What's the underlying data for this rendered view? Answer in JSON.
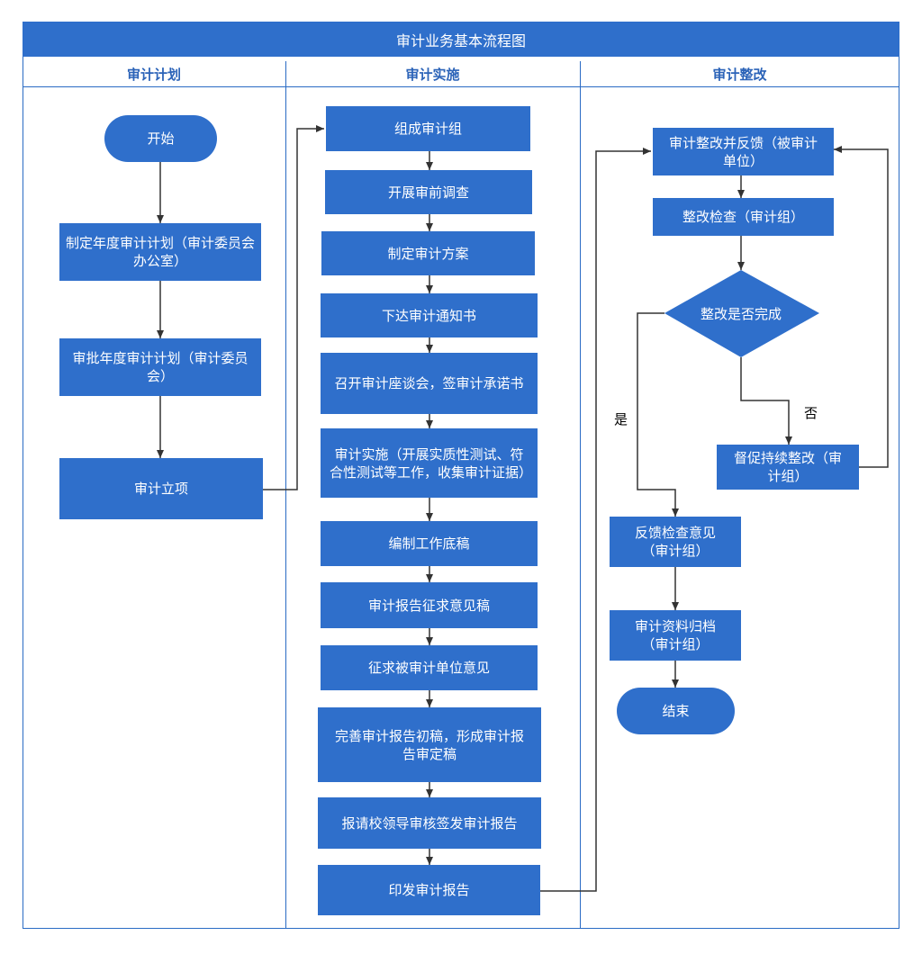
{
  "title": "审计业务基本流程图",
  "lanes": {
    "plan": "审计计划",
    "implement": "审计实施",
    "rectify": "审计整改"
  },
  "plan": {
    "start": "开始",
    "annual_plan": "制定年度审计计划（审计委员会办公室）",
    "approve_plan": "审批年度审计计划（审计委员会）",
    "project": "审计立项"
  },
  "implement": {
    "form_group": "组成审计组",
    "pre_survey": "开展审前调查",
    "make_scheme": "制定审计方案",
    "notice": "下达审计通知书",
    "meeting": "召开审计座谈会，签审计承诺书",
    "execute": "审计实施（开展实质性测试、符合性测试等工作，收集审计证据）",
    "draft": "编制工作底稿",
    "report_draft": "审计报告征求意见稿",
    "opinion": "征求被审计单位意见",
    "final": "完善审计报告初稿，形成审计报告审定稿",
    "submit": "报请校领导审核签发审计报告",
    "issue": "印发审计报告"
  },
  "rectify": {
    "feedback": "审计整改并反馈（被审计单位）",
    "check": "整改检查（审计组）",
    "decision": "整改是否完成",
    "yes": "是",
    "no": "否",
    "urge": "督促持续整改（审计组）",
    "check_opinion": "反馈检查意见（审计组）",
    "archive": "审计资料归档（审计组）",
    "end": "结束"
  }
}
